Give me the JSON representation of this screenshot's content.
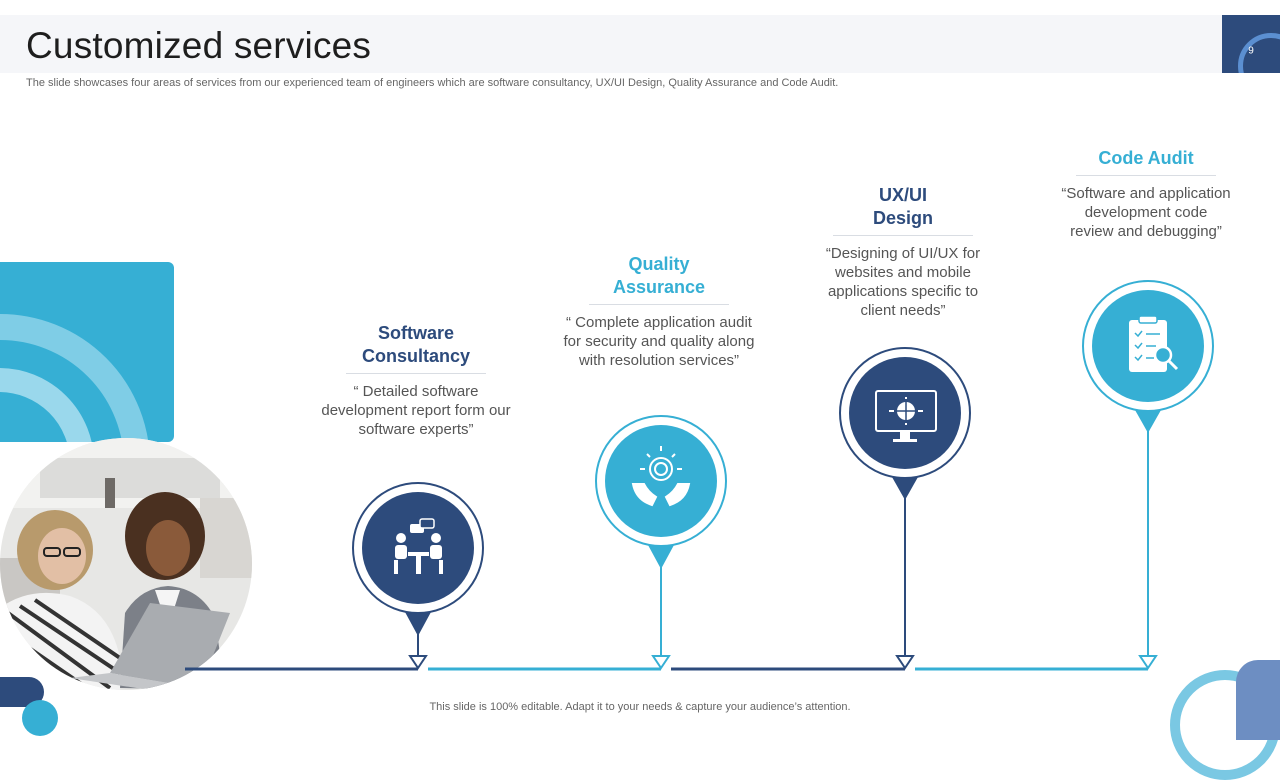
{
  "slide": {
    "title": "Customized services",
    "page_number": "9",
    "subtitle": "The slide showcases four areas of services from our experienced team of engineers which are software consultancy, UX/UI Design, Quality Assurance and Code Audit.",
    "footer": "This slide is 100% editable. Adapt it to your needs & capture your audience’s attention."
  },
  "colors": {
    "dark_blue": "#2d4b7c",
    "light_blue": "#36afd4",
    "title_dark": "#2d4b7c",
    "title_light": "#36afd4"
  },
  "services": [
    {
      "title_line1": "Software",
      "title_line2": "Consultancy",
      "desc_lines": [
        "“ Detailed software",
        "development report form our",
        "software experts”"
      ],
      "icon": "meeting-people-icon",
      "color": "dark"
    },
    {
      "title_line1": "Quality",
      "title_line2": "Assurance",
      "desc_lines": [
        "“ Complete application audit",
        "for security and quality along",
        "with resolution services”"
      ],
      "icon": "hands-star-badge-icon",
      "color": "light"
    },
    {
      "title_line1": "UX/UI",
      "title_line2": "Design",
      "desc_lines": [
        "“Designing of UI/UX for",
        "websites and mobile",
        "applications specific to",
        "client needs”"
      ],
      "icon": "monitor-globe-icon",
      "color": "dark"
    },
    {
      "title_line1": "Code Audit",
      "title_line2": "",
      "desc_lines": [
        "“Software and application",
        "development code",
        "review and debugging”"
      ],
      "icon": "clipboard-search-icon",
      "color": "light"
    }
  ]
}
